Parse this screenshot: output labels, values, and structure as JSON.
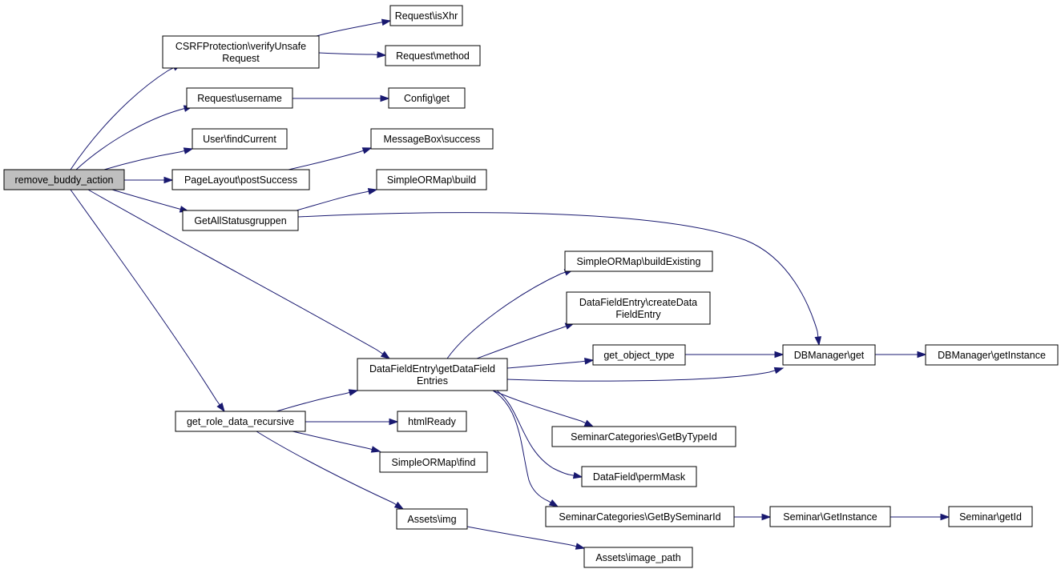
{
  "colors": {
    "edge": "#191970",
    "root_fill": "#bfbfbf",
    "node_fill": "#ffffff",
    "node_border": "#000000"
  },
  "nodes": [
    {
      "id": "remove_buddy_action",
      "lines": [
        "remove_buddy_action"
      ],
      "root": true
    },
    {
      "id": "csrf",
      "lines": [
        "CSRFProtection\\verifyUnsafe",
        "Request"
      ]
    },
    {
      "id": "isxhr",
      "lines": [
        "Request\\isXhr"
      ]
    },
    {
      "id": "method",
      "lines": [
        "Request\\method"
      ]
    },
    {
      "id": "username",
      "lines": [
        "Request\\username"
      ]
    },
    {
      "id": "configget",
      "lines": [
        "Config\\get"
      ]
    },
    {
      "id": "findcurrent",
      "lines": [
        "User\\findCurrent"
      ]
    },
    {
      "id": "msgsuccess",
      "lines": [
        "MessageBox\\success"
      ]
    },
    {
      "id": "postsuccess",
      "lines": [
        "PageLayout\\postSuccess"
      ]
    },
    {
      "id": "sormbuild",
      "lines": [
        "SimpleORMap\\build"
      ]
    },
    {
      "id": "getallstatus",
      "lines": [
        "GetAllStatusgruppen"
      ]
    },
    {
      "id": "sormbuildexisting",
      "lines": [
        "SimpleORMap\\buildExisting"
      ]
    },
    {
      "id": "createdatafield",
      "lines": [
        "DataFieldEntry\\createData",
        "FieldEntry"
      ]
    },
    {
      "id": "getobjecttype",
      "lines": [
        "get_object_type"
      ]
    },
    {
      "id": "dbget",
      "lines": [
        "DBManager\\get"
      ]
    },
    {
      "id": "dbgetinstance",
      "lines": [
        "DBManager\\getInstance"
      ]
    },
    {
      "id": "getdatafieldentries",
      "lines": [
        "DataFieldEntry\\getDataField",
        "Entries"
      ]
    },
    {
      "id": "getroledata",
      "lines": [
        "get_role_data_recursive"
      ]
    },
    {
      "id": "htmlready",
      "lines": [
        "htmlReady"
      ]
    },
    {
      "id": "semcatbytype",
      "lines": [
        "SeminarCategories\\GetByTypeId"
      ]
    },
    {
      "id": "sormfind",
      "lines": [
        "SimpleORMap\\find"
      ]
    },
    {
      "id": "permmask",
      "lines": [
        "DataField\\permMask"
      ]
    },
    {
      "id": "assetsimg",
      "lines": [
        "Assets\\img"
      ]
    },
    {
      "id": "semcatbyseminar",
      "lines": [
        "SeminarCategories\\GetBySeminarId"
      ]
    },
    {
      "id": "seminarinstance",
      "lines": [
        "Seminar\\GetInstance"
      ]
    },
    {
      "id": "seminargetid",
      "lines": [
        "Seminar\\getId"
      ]
    },
    {
      "id": "imagepath",
      "lines": [
        "Assets\\image_path"
      ]
    }
  ],
  "edges": [
    [
      "remove_buddy_action",
      "csrf"
    ],
    [
      "csrf",
      "isxhr"
    ],
    [
      "csrf",
      "method"
    ],
    [
      "remove_buddy_action",
      "username"
    ],
    [
      "username",
      "configget"
    ],
    [
      "remove_buddy_action",
      "findcurrent"
    ],
    [
      "remove_buddy_action",
      "postsuccess"
    ],
    [
      "postsuccess",
      "msgsuccess"
    ],
    [
      "remove_buddy_action",
      "getallstatus"
    ],
    [
      "getallstatus",
      "sormbuild"
    ],
    [
      "getallstatus",
      "dbget"
    ],
    [
      "remove_buddy_action",
      "getdatafieldentries"
    ],
    [
      "remove_buddy_action",
      "getroledata"
    ],
    [
      "getdatafieldentries",
      "sormbuildexisting"
    ],
    [
      "getdatafieldentries",
      "createdatafield"
    ],
    [
      "getdatafieldentries",
      "getobjecttype"
    ],
    [
      "getdatafieldentries",
      "dbget"
    ],
    [
      "getobjecttype",
      "dbget"
    ],
    [
      "dbget",
      "dbgetinstance"
    ],
    [
      "getdatafieldentries",
      "semcatbytype"
    ],
    [
      "getdatafieldentries",
      "permmask"
    ],
    [
      "getdatafieldentries",
      "semcatbyseminar"
    ],
    [
      "semcatbyseminar",
      "seminarinstance"
    ],
    [
      "seminarinstance",
      "seminargetid"
    ],
    [
      "getroledata",
      "getdatafieldentries"
    ],
    [
      "getroledata",
      "htmlready"
    ],
    [
      "getroledata",
      "sormfind"
    ],
    [
      "getroledata",
      "assetsimg"
    ],
    [
      "assetsimg",
      "imagepath"
    ]
  ]
}
